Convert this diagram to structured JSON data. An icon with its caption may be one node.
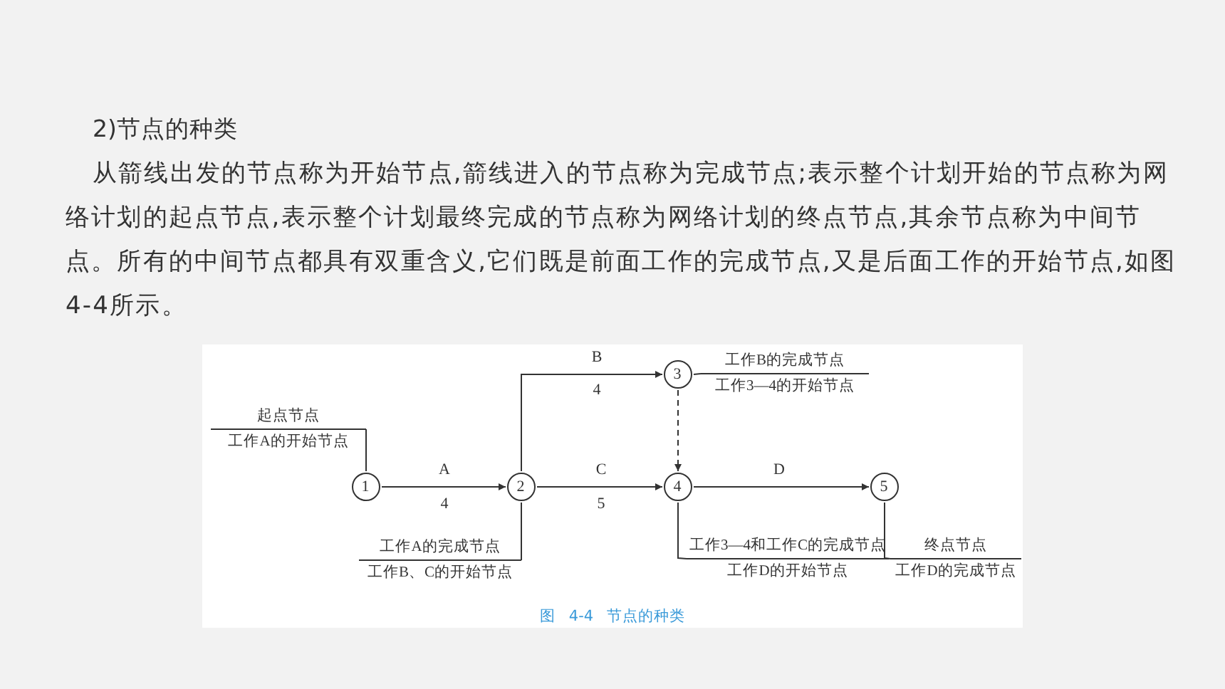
{
  "diagram": {
    "title": "2)节点的种类",
    "caption": "图 4-4 节点的种类",
    "nodes": [
      {
        "text": [
          "1"
        ]
      },
      {
        "text": [
          "2"
        ]
      },
      {
        "text": [
          "3"
        ]
      },
      {
        "text": [
          "4"
        ]
      },
      {
        "text": [
          "5"
        ]
      },
      {
        "text": [
          "起点节点",
          "工作A的开始节点"
        ]
      },
      {
        "text": [
          "工作A的完成节点",
          "工作B、C的开始节点"
        ]
      },
      {
        "text": [
          "工作B的完成节点",
          "工作3—4的开始节点"
        ]
      },
      {
        "text": [
          "工作3—4和工作C的完成节点",
          "工作D的开始节点"
        ]
      },
      {
        "text": [
          "终点节点",
          "工作D的完成节点"
        ]
      }
    ],
    "edges": [
      {
        "from": 0,
        "to": 1,
        "arrow": "to",
        "label": "A"
      },
      {
        "from": 1,
        "to": 2,
        "arrow": "to",
        "label": "B"
      },
      {
        "from": 1,
        "to": 3,
        "arrow": "to",
        "label": "C"
      },
      {
        "from": 2,
        "to": 3,
        "arrow": "to",
        "style": "dashed"
      },
      {
        "from": 3,
        "to": 4,
        "arrow": "to",
        "label": "D"
      },
      {
        "from": 5,
        "to": 0,
        "arrow": "none"
      },
      {
        "from": 6,
        "to": 1,
        "arrow": "none"
      },
      {
        "from": 7,
        "to": 2,
        "arrow": "none"
      },
      {
        "from": 8,
        "to": 3,
        "arrow": "none"
      },
      {
        "from": 9,
        "to": 4,
        "arrow": "none"
      }
    ],
    "labels": [
      "从箭线出发的节点称为开始节点,箭线进入的节点称为完成节点;表示整个计划开始的节点称为网络计划的起点节点,表示整个计划最终完成的节点称为网络计划的终点节点,其余节点称为中间节点。所有的中间节点都具有双重含义,它们既是前面工作的完成节点,又是后面工作的开始节点,如图4-4所示。",
      "4",
      "4",
      "5"
    ]
  }
}
